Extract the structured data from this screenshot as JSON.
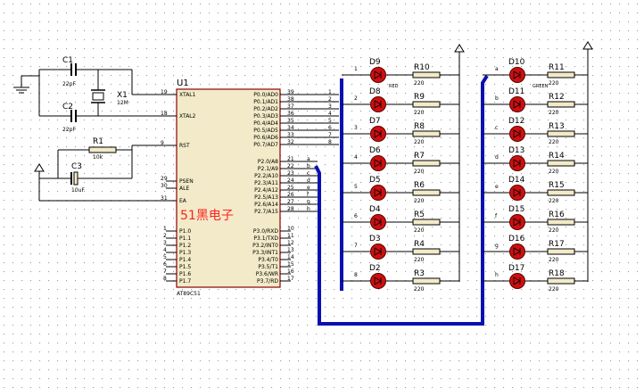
{
  "components": {
    "c1": {
      "ref": "C1",
      "value": "22pF"
    },
    "c2": {
      "ref": "C2",
      "value": "22pF"
    },
    "c3": {
      "ref": "C3",
      "value": "10uF"
    },
    "x1": {
      "ref": "X1",
      "value": "12M"
    },
    "r1": {
      "ref": "R1",
      "value": "10k"
    },
    "u1": {
      "ref": "U1",
      "part": "AT89C51"
    }
  },
  "watermark": "51黑电子",
  "mcu_left_pins": [
    {
      "num": "19",
      "name": "XTAL1"
    },
    {
      "num": "18",
      "name": "XTAL2"
    },
    {
      "num": "9",
      "name": "RST"
    },
    {
      "num": "29",
      "name": "PSEN"
    },
    {
      "num": "30",
      "name": "ALE"
    },
    {
      "num": "31",
      "name": "EA"
    }
  ],
  "mcu_p0_pins": [
    {
      "num": "39",
      "name": "P0.0/AD0"
    },
    {
      "num": "38",
      "name": "P0.1/AD1"
    },
    {
      "num": "37",
      "name": "P0.2/AD2"
    },
    {
      "num": "36",
      "name": "P0.3/AD3"
    },
    {
      "num": "35",
      "name": "P0.4/AD4"
    },
    {
      "num": "34",
      "name": "P0.5/AD5"
    },
    {
      "num": "33",
      "name": "P0.6/AD6"
    },
    {
      "num": "32",
      "name": "P0.7/AD7"
    }
  ],
  "mcu_p2_pins": [
    {
      "num": "21",
      "name": "P2.0/A8"
    },
    {
      "num": "22",
      "name": "P2.1/A9"
    },
    {
      "num": "23",
      "name": "P2.2/A10"
    },
    {
      "num": "24",
      "name": "P2.3/A11"
    },
    {
      "num": "25",
      "name": "P2.4/A12"
    },
    {
      "num": "26",
      "name": "P2.5/A13"
    },
    {
      "num": "27",
      "name": "P2.6/A14"
    },
    {
      "num": "28",
      "name": "P2.7/A15"
    }
  ],
  "mcu_p3_pins": [
    {
      "num": "10",
      "name": "P3.0/RXD"
    },
    {
      "num": "11",
      "name": "P3.1/TXD"
    },
    {
      "num": "12",
      "name": "P3.2/INT0"
    },
    {
      "num": "13",
      "name": "P3.3/INT1"
    },
    {
      "num": "14",
      "name": "P3.4/T0"
    },
    {
      "num": "15",
      "name": "P3.5/T1"
    },
    {
      "num": "16",
      "name": "P3.6/WR"
    },
    {
      "num": "17",
      "name": "P3.7/RD"
    }
  ],
  "mcu_p1_pins": [
    {
      "num": "1",
      "name": "P1.0"
    },
    {
      "num": "2",
      "name": "P1.1"
    },
    {
      "num": "3",
      "name": "P1.2"
    },
    {
      "num": "4",
      "name": "P1.3"
    },
    {
      "num": "5",
      "name": "P1.4"
    },
    {
      "num": "6",
      "name": "P1.5"
    },
    {
      "num": "7",
      "name": "P1.6"
    },
    {
      "num": "8",
      "name": "P1.7"
    }
  ],
  "p0_bus_labels": [
    "1",
    "2",
    "3",
    "4",
    "5",
    "6",
    "7",
    "8"
  ],
  "p2_bus_labels": [
    "a",
    "b",
    "c",
    "d",
    "e",
    "f",
    "g",
    "h"
  ],
  "red_led_color_label": "RED",
  "green_led_color_label": "GREEN",
  "red_rows": [
    {
      "bus": "1",
      "led": "D9",
      "res": "R10",
      "val": "220"
    },
    {
      "bus": "2",
      "led": "D8",
      "res": "R9",
      "val": "220"
    },
    {
      "bus": "3",
      "led": "D7",
      "res": "R8",
      "val": "220"
    },
    {
      "bus": "4",
      "led": "D6",
      "res": "R7",
      "val": "220"
    },
    {
      "bus": "5",
      "led": "D5",
      "res": "R6",
      "val": "220"
    },
    {
      "bus": "6",
      "led": "D4",
      "res": "R5",
      "val": "220"
    },
    {
      "bus": "7",
      "led": "D3",
      "res": "R4",
      "val": "220"
    },
    {
      "bus": "8",
      "led": "D2",
      "res": "R3",
      "val": "220"
    }
  ],
  "green_rows": [
    {
      "bus": "a",
      "led": "D10",
      "res": "R11",
      "val": "220"
    },
    {
      "bus": "b",
      "led": "D11",
      "res": "R12",
      "val": "220"
    },
    {
      "bus": "c",
      "led": "D12",
      "res": "R13",
      "val": "220"
    },
    {
      "bus": "d",
      "led": "D13",
      "res": "R14",
      "val": "220"
    },
    {
      "bus": "e",
      "led": "D14",
      "res": "R15",
      "val": "220"
    },
    {
      "bus": "f",
      "led": "D15",
      "res": "R16",
      "val": "220"
    },
    {
      "bus": "g",
      "led": "D16",
      "res": "R17",
      "val": "220"
    },
    {
      "bus": "h",
      "led": "D17",
      "res": "R18",
      "val": "220"
    }
  ],
  "colors": {
    "bus": "#0a10b0",
    "led_fill": "#cc1010",
    "resistor_fill": "#f2eac8",
    "chip_fill": "#f2eac8",
    "chip_stroke": "#8b0000",
    "watermark": "#ff2020",
    "grid_dot": "#9a9a9a"
  }
}
